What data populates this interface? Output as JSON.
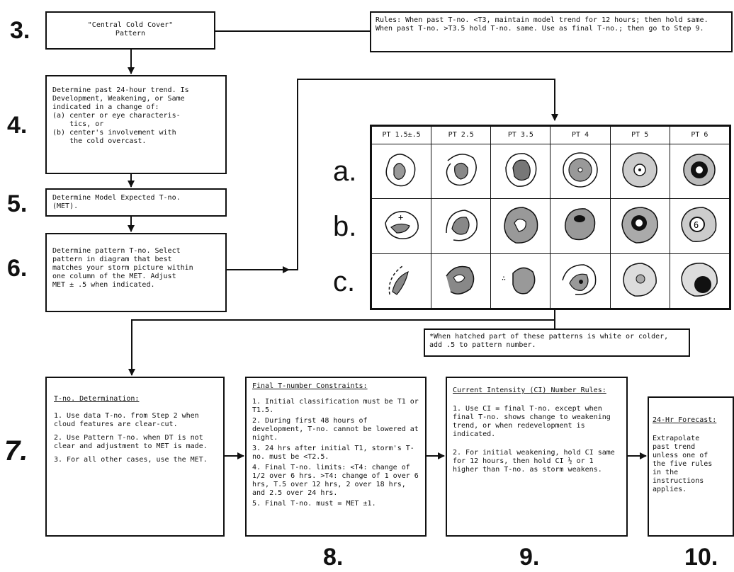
{
  "steps": {
    "s3": {
      "num": "3.",
      "title": "\"Central Cold Cover\"",
      "sub": "Pattern"
    },
    "rules": {
      "text": "Rules:  When past T-no. <T3, maintain model trend for 12 hours; then hold same.  When past T-no. >T3.5 hold T-no. same.  Use as final T-no.; then go to Step 9."
    },
    "s4": {
      "num": "4.",
      "lines": [
        "Determine past 24-hour trend.  Is",
        "Development, Weakening, or Same",
        "indicated in a change of:",
        "(a) center or eye characteris-",
        "    tics, or",
        "(b) center's involvement with",
        "    the cold overcast."
      ]
    },
    "s5": {
      "num": "5.",
      "lines": [
        "Determine Model Expected T-no.",
        "(MET)."
      ]
    },
    "s6": {
      "num": "6.",
      "lines": [
        "Determine pattern T-no.  Select",
        "pattern in diagram that best",
        "matches your storm picture within",
        "one column of the MET.  Adjust",
        "MET ± .5 when indicated."
      ]
    },
    "s7": {
      "num": "7.",
      "heading": "T-no. Determination:",
      "items": [
        "1. Use data T-no. from Step 2 when cloud features are clear-cut.",
        "2. Use Pattern T-no. when DT is not clear and adjustment to MET is made.",
        "3. For all other cases, use the MET."
      ]
    },
    "s8": {
      "num": "8.",
      "heading": "Final T-number Constraints:",
      "items": [
        "1. Initial classification must be T1 or T1.5.",
        "2. During first 48 hours of development, T-no. cannot be lowered at night.",
        "3. 24 hrs after initial T1, storm's T-no. must be <T2.5.",
        "4. Final T-no. limits:  <T4: change of 1/2 over 6 hrs. >T4:  change of 1 over 6 hrs, T.5 over 12 hrs, 2 over 18 hrs, and 2.5 over 24 hrs.",
        "5. Final T-no. must = MET ±1."
      ]
    },
    "s9": {
      "num": "9.",
      "heading": "Current Intensity (CI) Number Rules:",
      "items": [
        "1.  Use CI = final T-no. except when final T-no. shows change to weakening trend, or when redevelopment is indicated.",
        "2.  For initial weakening, hold CI same for 12 hours, then hold CI ½ or 1 higher than T-no. as storm weakens."
      ]
    },
    "s10": {
      "num": "10.",
      "heading": "24-Hr Forecast:",
      "lines": [
        "Extrapolate",
        "past trend",
        "unless one of",
        "the five rules",
        "in the",
        "instructions",
        "applies."
      ]
    },
    "note": {
      "text": "*When hatched part of these patterns is white or colder, add .5 to pattern number."
    }
  },
  "grid": {
    "columns": [
      "PT 1.5±.5",
      "PT 2.5",
      "PT 3.5",
      "PT 4",
      "PT 5",
      "PT 6"
    ],
    "rows": [
      "a.",
      "b.",
      "c."
    ]
  }
}
